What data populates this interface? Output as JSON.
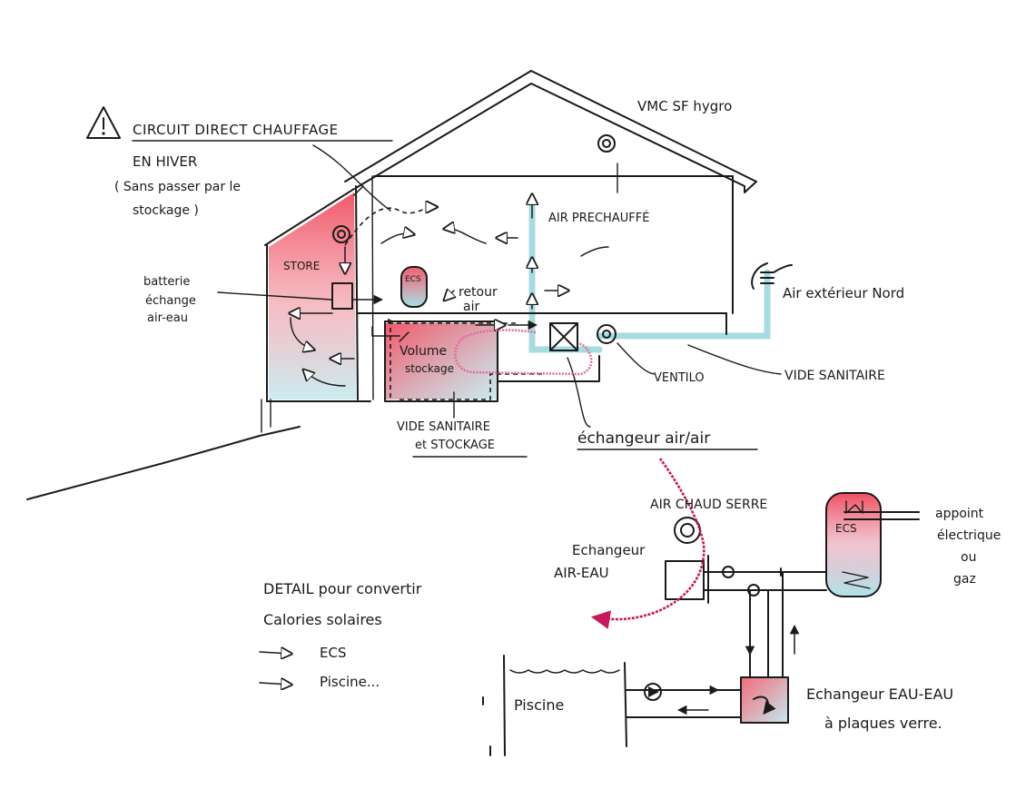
{
  "labels": {
    "circuit_direct": "CIRCUIT DIRECT CHAUFFAGE",
    "en_hiver": "EN HIVER",
    "sans_passer_1": "( Sans passer par le",
    "sans_passer_2": "stockage )",
    "vmc": "VMC SF hygro",
    "air_prechauffe": "AIR PRECHAUFFÉ",
    "store": "STORE",
    "batterie_1": "batterie",
    "batterie_2": "échange",
    "batterie_3": "air-eau",
    "ecs_small": "ECS",
    "retour_1": "retour",
    "retour_2": "air",
    "volume_1": "Volume",
    "volume_2": "stockage",
    "air_exterieur": "Air extérieur Nord",
    "ventilo": "VENTILO",
    "vide_sanitaire": "VIDE SANITAIRE",
    "vide_stockage_1": "VIDE SANITAIRE",
    "vide_stockage_2": "et STOCKAGE",
    "echangeur_air_air": "échangeur air/air",
    "air_chaud_serre": "AIR CHAUD SERRE",
    "echangeur_air_eau_1": "Echangeur",
    "echangeur_air_eau_2": "AIR-EAU",
    "ecs_tank": "ECS",
    "appoint_1": "appoint",
    "appoint_2": "électrique",
    "appoint_3": "ou",
    "appoint_4": "gaz",
    "detail_1": "DETAIL pour convertir",
    "detail_2": "Calories solaires",
    "legend_ecs": "ECS",
    "legend_piscine": "Piscine...",
    "piscine": "Piscine",
    "echangeur_eau_1": "Echangeur EAU-EAU",
    "echangeur_eau_2": "à plaques verre."
  },
  "colors": {
    "ink": "#1a1a1a",
    "hot": "#ef3b4f",
    "cold": "#a8e4ea",
    "air": "#8fd3db",
    "magenta": "#c8175a",
    "pink": "#e06a9a"
  },
  "icons": [
    "warning-icon",
    "fan-icon",
    "pump-icon",
    "arrow-icon"
  ]
}
